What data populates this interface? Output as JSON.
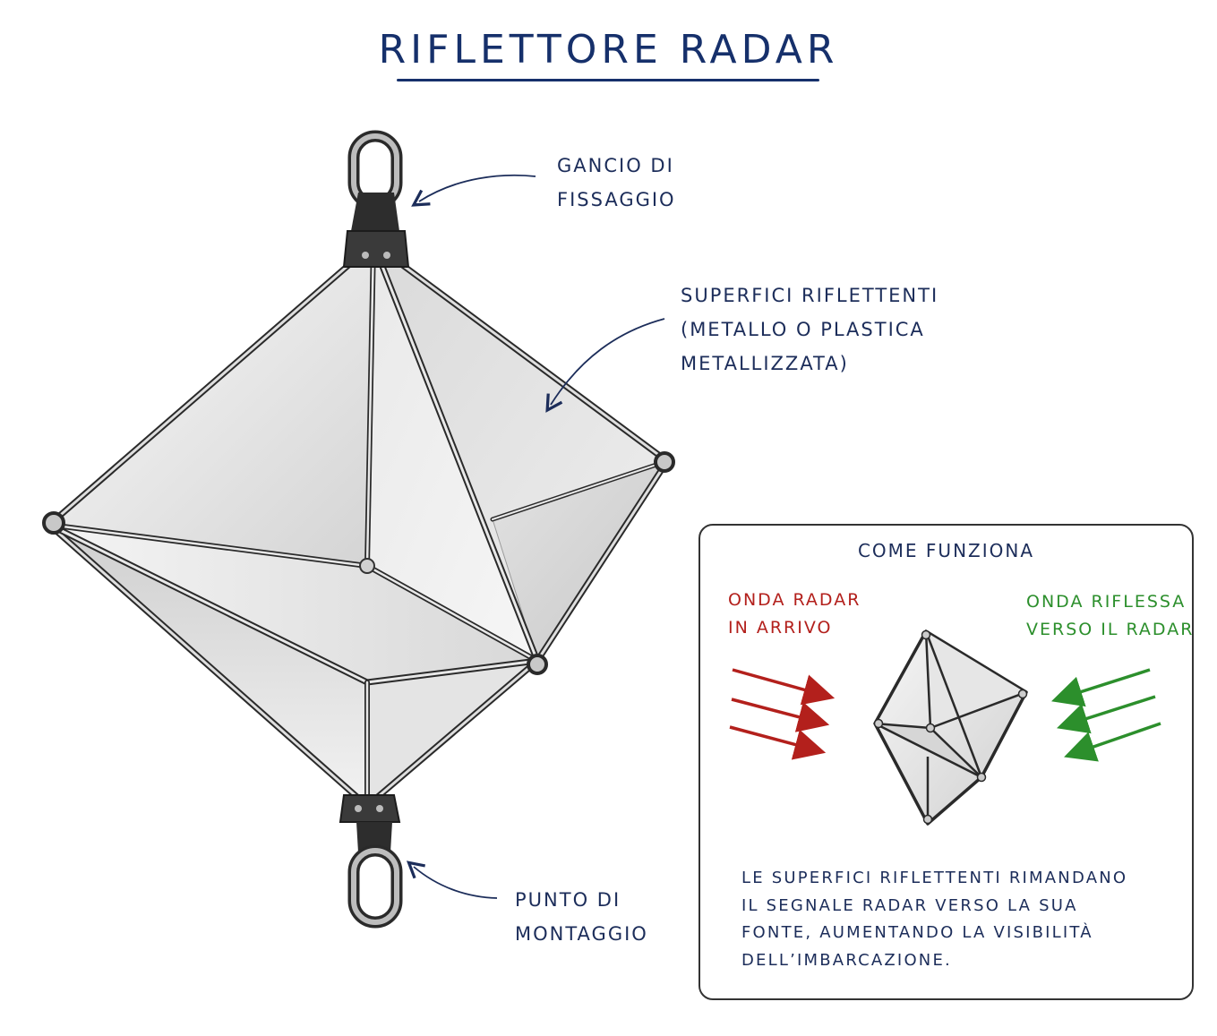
{
  "title": "RIFLETTORE RADAR",
  "labels": {
    "hook": [
      "GANCIO DI",
      "FISSAGGIO"
    ],
    "surfaces": [
      "SUPERFICI RIFLETTENTI",
      "(METALLO O PLASTICA",
      "METALLIZZATA)"
    ],
    "mount": [
      "PUNTO DI",
      "MONTAGGIO"
    ]
  },
  "panel": {
    "title": "COME FUNZIONA",
    "incoming": [
      "ONDA RADAR",
      "IN ARRIVO"
    ],
    "reflected": [
      "ONDA RIFLESSA",
      "VERSO IL RADAR"
    ],
    "note": [
      "LE SUPERFICI RIFLETTENTI RIMANDANO",
      "IL SEGNALE RADAR VERSO LA SUA",
      "FONTE, AUMENTANDO LA VISIBILITÀ",
      "DELL’IMBARCAZIONE."
    ]
  },
  "colors": {
    "title": "#16306b",
    "text": "#1c2d5a",
    "incoming_wave": "#b3201c",
    "reflected_wave": "#2c8f2c",
    "frame": "#2a2a2a"
  }
}
